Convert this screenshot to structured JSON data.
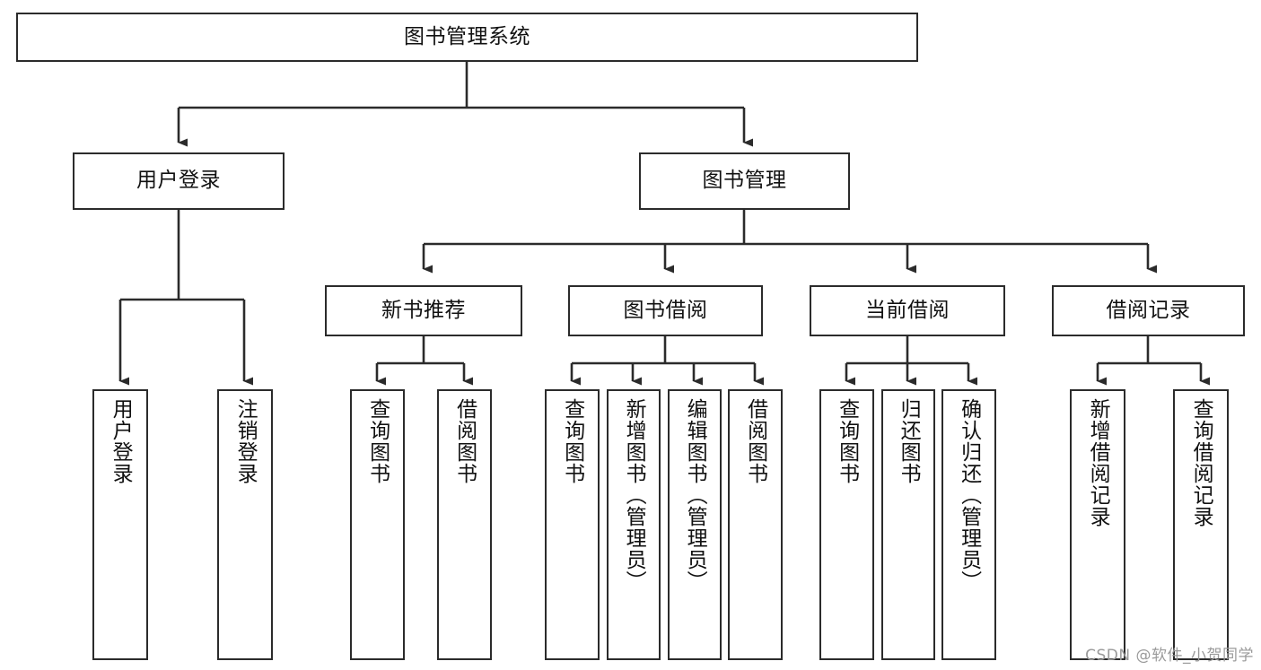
{
  "diagram": {
    "type": "hierarchy-tree",
    "title": "图书管理系统",
    "levels": 4,
    "line_color": "#2b2b2b",
    "box_fill": "#ffffff",
    "text_color": "#111111",
    "nodes": {
      "root": {
        "label": "图书管理系统"
      },
      "level2": [
        {
          "label": "用户登录"
        },
        {
          "label": "图书管理"
        }
      ],
      "level3": [
        {
          "label": "新书推荐"
        },
        {
          "label": "图书借阅"
        },
        {
          "label": "当前借阅"
        },
        {
          "label": "借阅记录"
        }
      ],
      "leaves": {
        "user_login": [
          {
            "label": "用户登录"
          },
          {
            "label": "注销登录"
          }
        ],
        "new_book_recommend": [
          {
            "label": "查询图书"
          },
          {
            "label": "借阅图书"
          }
        ],
        "book_borrow": [
          {
            "label": "查询图书"
          },
          {
            "label": "新增图书（管理员）"
          },
          {
            "label": "编辑图书（管理员）"
          },
          {
            "label": "借阅图书"
          }
        ],
        "current_borrow": [
          {
            "label": "查询图书"
          },
          {
            "label": "归还图书"
          },
          {
            "label": "确认归还（管理员）"
          }
        ],
        "borrow_record": [
          {
            "label": "新增借阅记录"
          },
          {
            "label": "查询借阅记录"
          }
        ]
      }
    }
  },
  "watermark": {
    "text": "CSDN @软件_小贺同学"
  }
}
